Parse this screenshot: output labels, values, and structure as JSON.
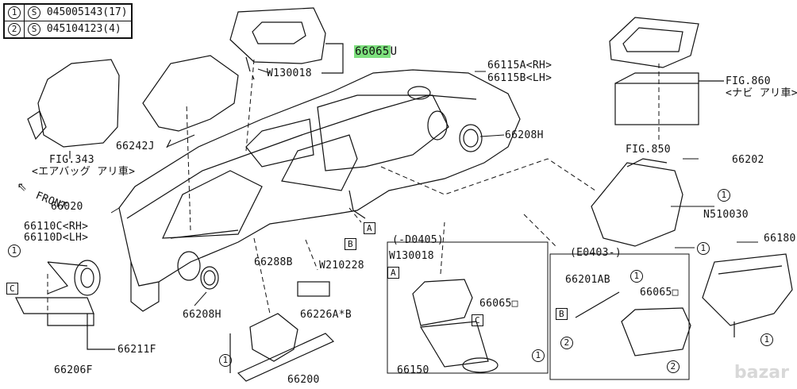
{
  "legend": {
    "rows": [
      {
        "num": "1",
        "part": "045005143",
        "qty": "(17)"
      },
      {
        "num": "2",
        "part": "045104123",
        "qty": "(4)"
      }
    ]
  },
  "labels": {
    "p66065u_main": "66065",
    "p66065u_suffix": "U",
    "w130018_top": "W130018",
    "p66115": "66115A<RH>",
    "p66115b": "66115B<LH>",
    "fig860": "FIG.860",
    "fig860_note": "<ナビ アリ車>",
    "fig343": "FIG.343",
    "fig343_note": "<エアバッグ アリ車>",
    "p66242j": "66242J",
    "p66208h_r": "66208H",
    "fig850": "FIG.850",
    "p66202": "66202",
    "n510030": "N510030",
    "front": "FRONT",
    "p66020": "66020",
    "p66110c": "66110C<RH>",
    "p66110d": "66110D<LH>",
    "p66288b": "66288B",
    "w210228": "W210228",
    "range_d0405": "(-D0405)",
    "w130018_mid": "W130018",
    "p66065_mid": "66065□",
    "range_e0403": "(E0403-)",
    "p66201ab": "66201AB",
    "p66065_right": "66065□",
    "p66180": "66180",
    "p66208h_l": "66208H",
    "p66226": "66226A*B",
    "p66211f": "66211F",
    "p66206f": "66206F",
    "p66200": "66200",
    "p66150": "66150",
    "watermark": "bazar"
  },
  "markers": {
    "one": "1",
    "two": "2",
    "a": "A",
    "b": "B",
    "c": "C"
  },
  "colors": {
    "highlight": "#7ee07e"
  }
}
